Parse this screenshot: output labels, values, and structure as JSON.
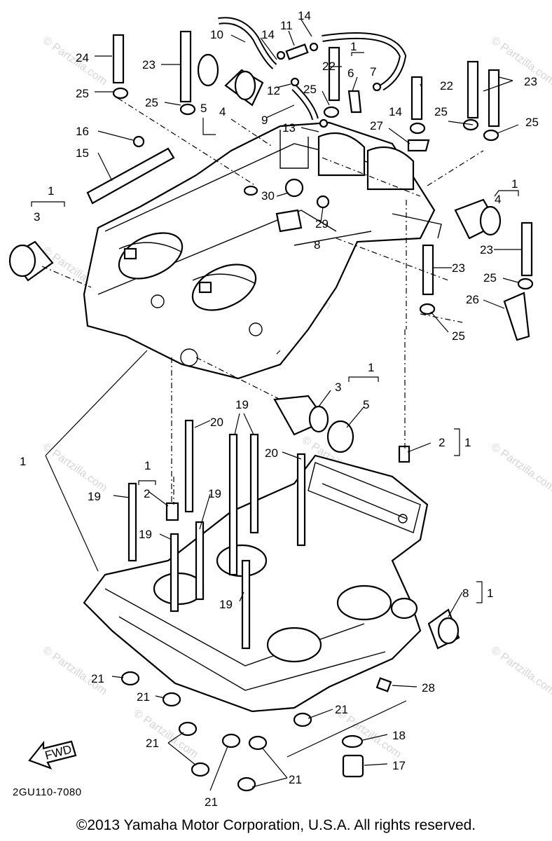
{
  "diagram": {
    "code": "2GU110-7080",
    "copyright": "©2013 Yamaha Motor Corporation, U.S.A. All rights reserved.",
    "fwd_label": "FWD",
    "watermark": "© Partzilla.com",
    "callouts": [
      "24",
      "23",
      "25",
      "10",
      "14",
      "11",
      "14",
      "22",
      "1",
      "6",
      "7",
      "23",
      "22",
      "25",
      "12",
      "9",
      "5",
      "4",
      "25",
      "14",
      "13",
      "27",
      "16",
      "25",
      "25",
      "15",
      "30",
      "1",
      "3",
      "29",
      "8",
      "4",
      "1",
      "23",
      "23",
      "25",
      "26",
      "25",
      "1",
      "3",
      "5",
      "19",
      "20",
      "1",
      "2",
      "1",
      "20",
      "1",
      "19",
      "2",
      "19",
      "19",
      "19",
      "1",
      "8",
      "1",
      "21",
      "28",
      "21",
      "21",
      "18",
      "21",
      "21",
      "17",
      "21"
    ]
  }
}
